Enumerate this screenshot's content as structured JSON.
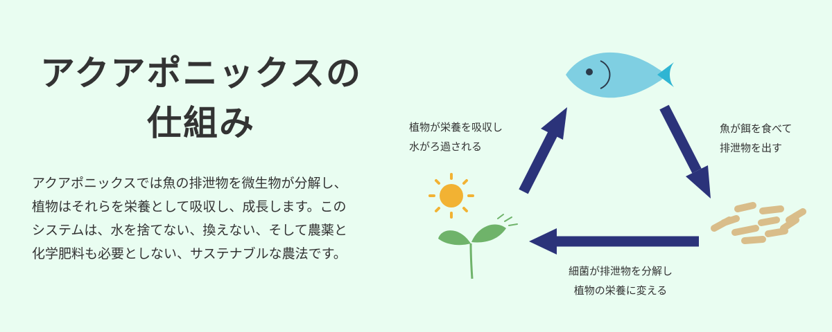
{
  "title": {
    "line1": "アクアポニックスの",
    "line2": "仕組み"
  },
  "description": {
    "line1": "アクアポニックスでは魚の排泄物を微生物が分解し、",
    "line2": "植物はそれらを栄養として吸収し、成長します。この",
    "line3": "システムは、水を捨てない、換えない、そして農薬と",
    "line4": "化学肥料も必要としない、サステナブルな農法です。"
  },
  "cycle": {
    "plant_label": {
      "line1": "植物が栄養を吸収し",
      "line2": "水がろ過される"
    },
    "fish_label": {
      "line1": "魚が餌を食べて",
      "line2": "排泄物を出す"
    },
    "bacteria_label": {
      "line1": "細菌が排泄物を分解し",
      "line2": "植物の栄養に変える"
    }
  },
  "colors": {
    "background": "#e9fdf1",
    "arrow": "#2b337a",
    "fish": "#7fcfe2",
    "fish_tail": "#2fb5d3",
    "sun": "#f2b233",
    "plant": "#6fb36a",
    "waste": "#d9bd8a",
    "text": "#333333"
  },
  "icons": [
    "fish-icon",
    "sun-icon",
    "sprout-icon",
    "waste-pellets-icon"
  ]
}
